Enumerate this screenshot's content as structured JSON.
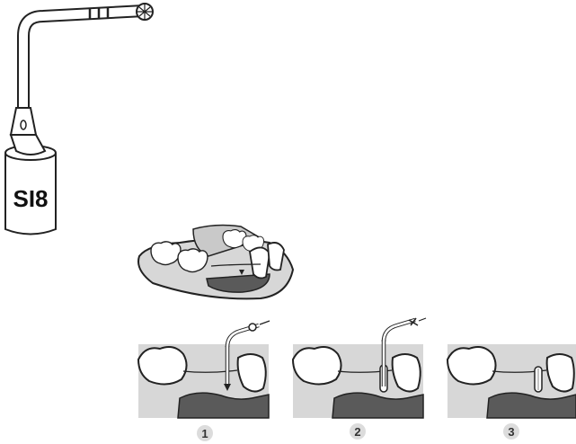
{
  "product": {
    "model_label": "SI8"
  },
  "steps": [
    {
      "number": "1"
    },
    {
      "number": "2"
    },
    {
      "number": "3"
    }
  ],
  "colors": {
    "outline": "#222222",
    "gum": "#d7d7d7",
    "bone": "#5a5a5a",
    "tooth": "#ffffff",
    "badge": "#dcdcdc"
  },
  "icons": [
    "surgical-tip-icon",
    "dental-arch-icon",
    "step-1-icon",
    "step-2-icon",
    "step-3-icon"
  ]
}
